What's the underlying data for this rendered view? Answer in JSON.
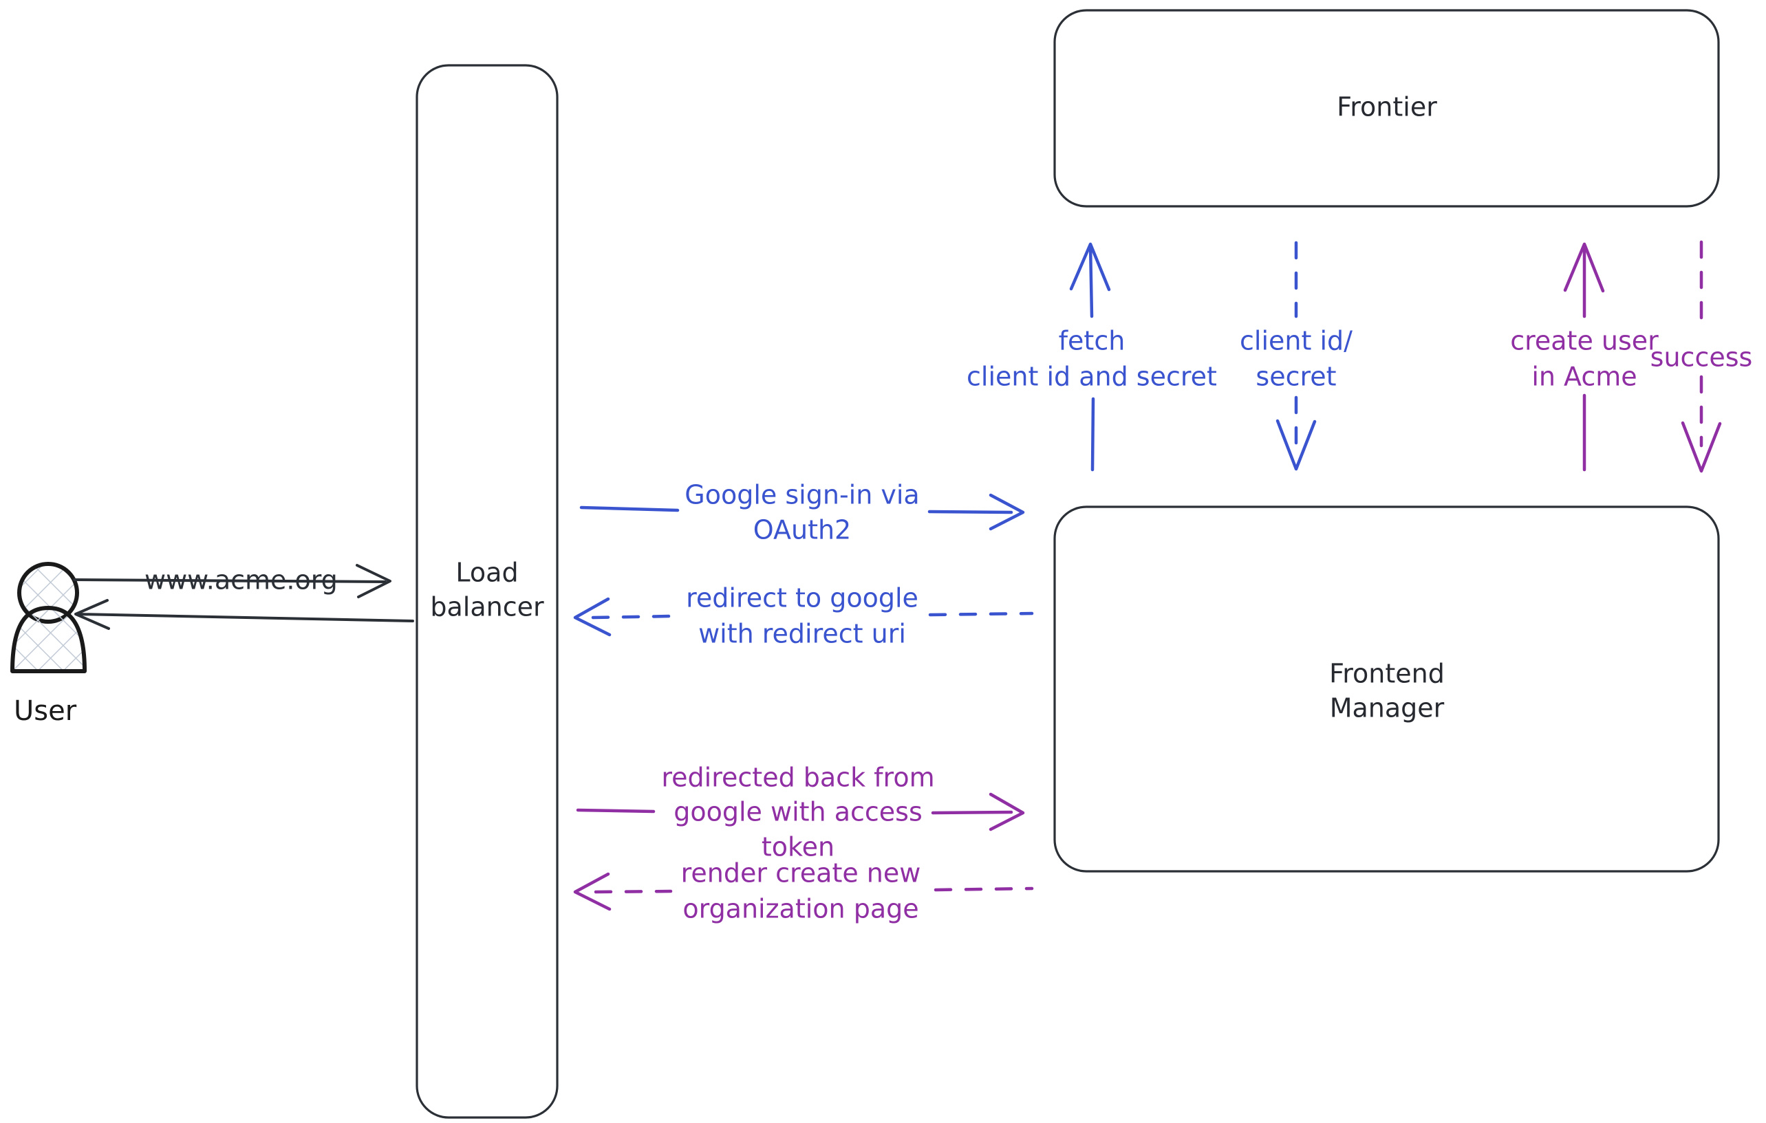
{
  "diagram": {
    "title": "Google OAuth2 sign-in sequence",
    "background": "#ffffff",
    "colors": {
      "dark": "#2b2f36",
      "blue": "#3a54cf",
      "purple": "#8f2fa3"
    }
  },
  "actors": {
    "user": {
      "label": "User",
      "icon": "person-icon"
    }
  },
  "nodes": [
    {
      "id": "load-balancer",
      "label_line1": "Load",
      "label_line2": "balancer"
    },
    {
      "id": "frontier",
      "label_line1": "Frontier",
      "label_line2": ""
    },
    {
      "id": "frontend-manager",
      "label_line1": "Frontend",
      "label_line2": "Manager"
    }
  ],
  "edges": {
    "user_to_lb": {
      "label": "www.acme.org",
      "color": "#2b2f36",
      "style": "solid",
      "direction": "right"
    },
    "lb_to_user": {
      "label": "",
      "color": "#2b2f36",
      "style": "solid",
      "direction": "left"
    },
    "lb_to_fm_signin": {
      "label_line1": "Google sign-in via",
      "label_line2": "OAuth2",
      "color": "#3a54cf",
      "style": "solid",
      "direction": "right"
    },
    "fm_to_lb_redirect": {
      "label_line1": "redirect to google",
      "label_line2": "with redirect uri",
      "color": "#3a54cf",
      "style": "dashed",
      "direction": "left"
    },
    "lb_to_fm_token": {
      "label_line1": "redirected back from",
      "label_line2": "google with access",
      "label_line3": "token",
      "color": "#8f2fa3",
      "style": "solid",
      "direction": "right"
    },
    "fm_to_lb_render": {
      "label_line1": "render create new",
      "label_line2": "organization page",
      "color": "#8f2fa3",
      "style": "dashed",
      "direction": "left"
    },
    "fm_to_frontier_fetch": {
      "label_line1": "fetch",
      "label_line2": "client id and secret",
      "color": "#3a54cf",
      "style": "solid",
      "direction": "up"
    },
    "frontier_to_fm_creds": {
      "label_line1": "client id/",
      "label_line2": "secret",
      "color": "#3a54cf",
      "style": "dashed",
      "direction": "down"
    },
    "fm_to_frontier_create": {
      "label_line1": "create user",
      "label_line2": "in Acme",
      "color": "#8f2fa3",
      "style": "solid",
      "direction": "up"
    },
    "frontier_to_fm_success": {
      "label_line1": "success",
      "label_line2": "",
      "color": "#8f2fa3",
      "style": "dashed",
      "direction": "down"
    }
  }
}
